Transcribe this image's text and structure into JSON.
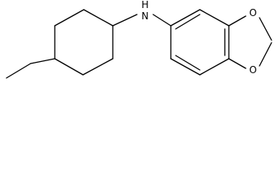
{
  "molecule": {
    "atoms": {
      "amine_nitrogen": "N",
      "amine_hydrogen": "H",
      "ring_oxygen_upper": "O",
      "ring_oxygen_lower": "O"
    }
  },
  "colors": {
    "background": "#ffffff",
    "bond": "#000000",
    "label": "#000000"
  }
}
